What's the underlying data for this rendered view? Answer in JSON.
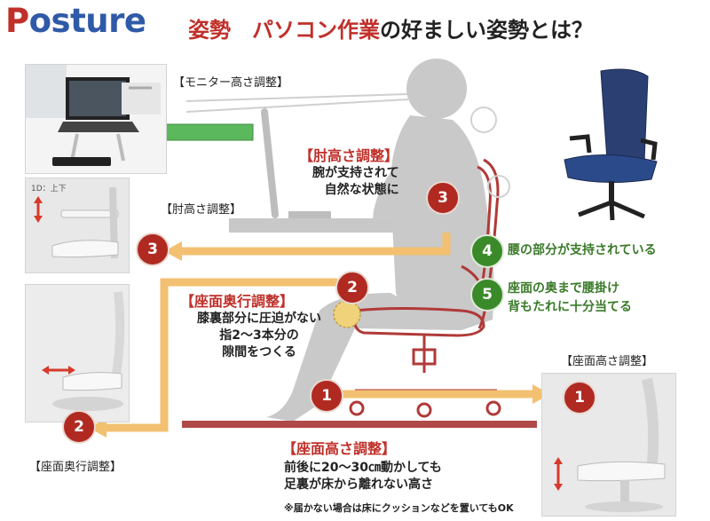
{
  "title": {
    "logo_p": "P",
    "logo_rest": "osture",
    "text_red": "姿勢　パソコン作業",
    "text_dark": "の好ましい姿勢とは？"
  },
  "labels": {
    "monitor_adjust": "【モニター高さ調整】",
    "elbow_adjust": "【肘高さ調整】",
    "seat_depth_adjust": "【座面奥行調整】",
    "seat_height_adjust": "【座面高さ調整】",
    "photo_tag": "1D：上下"
  },
  "callouts": {
    "elbow": {
      "heading": "【肘高さ調整】",
      "line1": "腕が支持されて",
      "line2": "自然な状態に"
    },
    "depth": {
      "heading": "【座面奥行調整】",
      "line1": "膝裏部分に圧迫がない",
      "line2": "指2〜3本分の",
      "line3": "隙間をつくる"
    },
    "height": {
      "heading": "【座面高さ調整】",
      "line1": "前後に20〜30㎝動かしても",
      "line2": "足裏が床から離れない高さ",
      "note": "※届かない場合は床にクッションなどを置いてもOK"
    },
    "lumbar": {
      "text": "腰の部分が支持されている"
    },
    "back": {
      "line1": "座面の奥まで腰掛け",
      "line2": "背もたれに十分当てる"
    }
  },
  "badges": {
    "n1": "1",
    "n2": "2",
    "n3": "3",
    "n4": "4",
    "n5": "5"
  },
  "colors": {
    "accent_red": "#c0302a",
    "logo_blue": "#2f5aa8",
    "arrow_orange": "#f2c070",
    "arrow_green": "#5cb85c",
    "lumbar_green": "#3a7a2a",
    "chair_outline": "#b03a38"
  }
}
